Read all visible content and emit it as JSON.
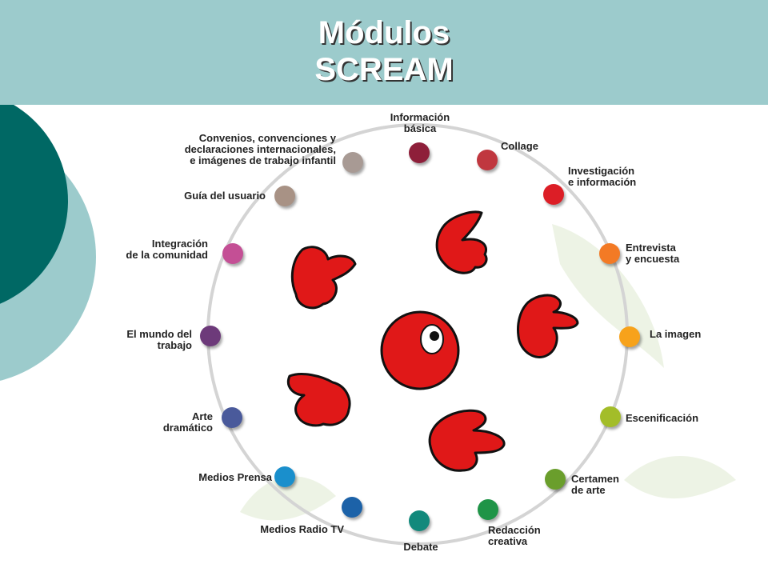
{
  "header": {
    "title_line1": "Módulos",
    "title_line2": "SCREAM"
  },
  "colors": {
    "header_bg": "#9ccbcc",
    "hand_red": "#e01818",
    "ring": "#d4d4d4"
  },
  "icons": [
    "hand-pointing-icon",
    "eye-face-icon"
  ],
  "modules": [
    {
      "label": "Información\nbásica",
      "color": "#8e1f3a"
    },
    {
      "label": "Collage",
      "color": "#c0373f"
    },
    {
      "label": "Investigación\ne información",
      "color": "#dc1e26"
    },
    {
      "label": "Entrevista\ny encuesta",
      "color": "#f37a25"
    },
    {
      "label": "La imagen",
      "color": "#f7a21b"
    },
    {
      "label": "Escenificación",
      "color": "#a3bd29"
    },
    {
      "label": "Certamen\nde arte",
      "color": "#6a9e2c"
    },
    {
      "label": "Redacción\ncreativa",
      "color": "#1f9447"
    },
    {
      "label": "Debate",
      "color": "#12897c"
    },
    {
      "label": "Medios Radio TV",
      "color": "#1c62a8"
    },
    {
      "label": "Medios Prensa",
      "color": "#1a8fcc"
    },
    {
      "label": "Arte\ndramático",
      "color": "#4a5a9b"
    },
    {
      "label": "El mundo del\ntrabajo",
      "color": "#6d3a7a"
    },
    {
      "label": "Integración\nde la comunidad",
      "color": "#c44f95"
    },
    {
      "label": "Guía del usuario",
      "color": "#a89285"
    },
    {
      "label": "Convenios, convenciones y\ndeclaraciones internacionales,\ne imágenes de trabajo infantil",
      "color": "#a89a94"
    }
  ]
}
